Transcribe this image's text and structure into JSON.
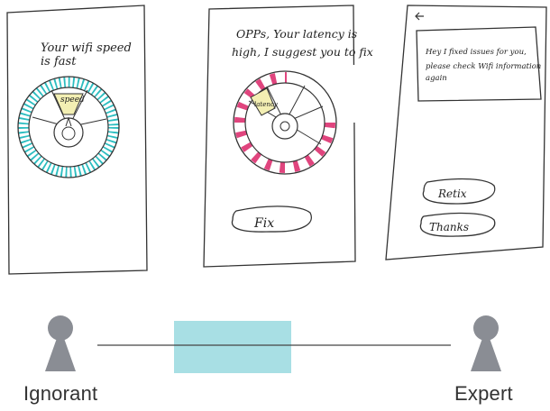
{
  "screens": {
    "speed": {
      "message_lines": [
        "Your wifi speed",
        "is fast"
      ],
      "gauge_label": "speed",
      "accent_color": "#2bbdc0"
    },
    "latency": {
      "message_lines": [
        "OPPs, Your latency is",
        "high, I suggest you to fix"
      ],
      "gauge_label": "latency",
      "button_label": "Fix",
      "accent_color": "#e0457e"
    },
    "fixed": {
      "back_icon": "back-arrow-icon",
      "message_lines": [
        "Hey I fixed issues for you,",
        "please check Wifi information",
        "again"
      ],
      "buttons": [
        "Retix",
        "Thanks"
      ]
    }
  },
  "spectrum": {
    "left_label": "Ignorant",
    "right_label": "Expert",
    "band_color": "#a8dfe4",
    "person_color": "#8a8d94"
  }
}
